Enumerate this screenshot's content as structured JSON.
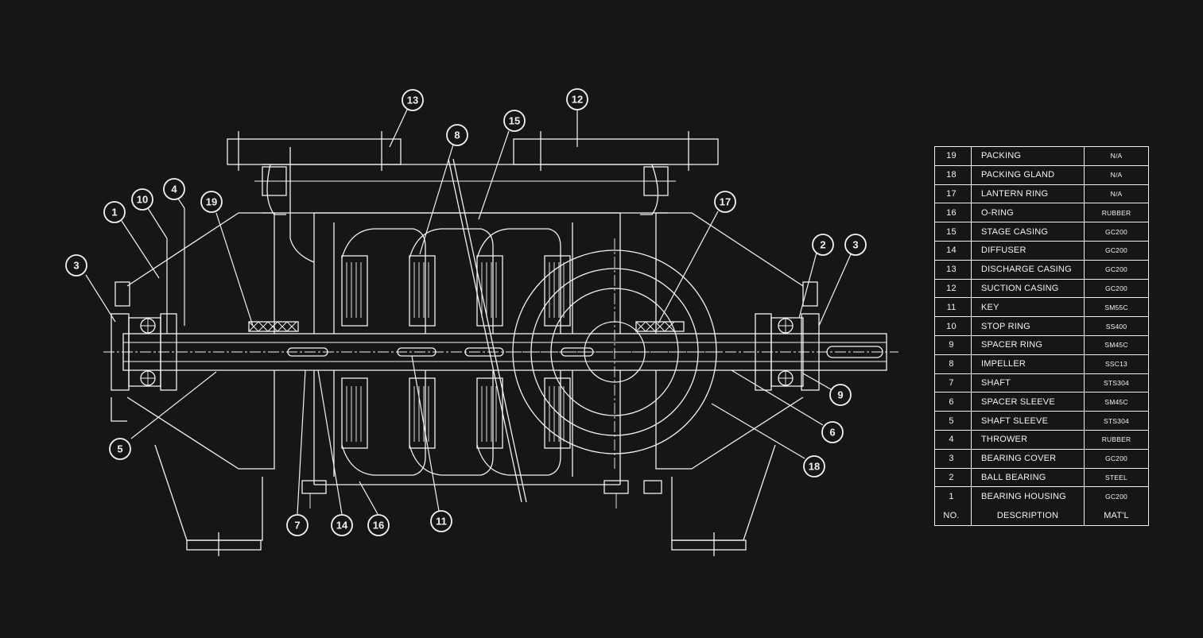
{
  "parts_list": {
    "rows": [
      {
        "no": "19",
        "description": "PACKING",
        "material": "N/A"
      },
      {
        "no": "18",
        "description": "PACKING GLAND",
        "material": "N/A"
      },
      {
        "no": "17",
        "description": "LANTERN RING",
        "material": "N/A"
      },
      {
        "no": "16",
        "description": "O-RING",
        "material": "RUBBER"
      },
      {
        "no": "15",
        "description": "STAGE CASING",
        "material": "GC200"
      },
      {
        "no": "14",
        "description": "DIFFUSER",
        "material": "GC200"
      },
      {
        "no": "13",
        "description": "DISCHARGE CASING",
        "material": "GC200"
      },
      {
        "no": "12",
        "description": "SUCTION CASING",
        "material": "GC200"
      },
      {
        "no": "11",
        "description": "KEY",
        "material": "SM55C"
      },
      {
        "no": "10",
        "description": "STOP RING",
        "material": "SS400"
      },
      {
        "no": "9",
        "description": "SPACER RING",
        "material": "SM45C"
      },
      {
        "no": "8",
        "description": "IMPELLER",
        "material": "SSC13"
      },
      {
        "no": "7",
        "description": "SHAFT",
        "material": "STS304"
      },
      {
        "no": "6",
        "description": "SPACER SLEEVE",
        "material": "SM45C"
      },
      {
        "no": "5",
        "description": "SHAFT SLEEVE",
        "material": "STS304"
      },
      {
        "no": "4",
        "description": "THROWER",
        "material": "RUBBER"
      },
      {
        "no": "3",
        "description": "BEARING COVER",
        "material": "GC200"
      },
      {
        "no": "2",
        "description": "BALL BEARING",
        "material": "STEEL"
      },
      {
        "no": "1",
        "description": "BEARING HOUSING",
        "material": "GC200"
      }
    ],
    "header": {
      "no": "NO.",
      "description": "DESCRIPTION",
      "material": "MAT'L"
    }
  },
  "balloons": {
    "b1": "1",
    "b2": "2",
    "b3_left": "3",
    "b3_right": "3",
    "b4": "4",
    "b5": "5",
    "b6": "6",
    "b7": "7",
    "b8": "8",
    "b9": "9",
    "b10": "10",
    "b11": "11",
    "b12": "12",
    "b13": "13",
    "b14": "14",
    "b15": "15",
    "b16": "16",
    "b17": "17",
    "b18": "18",
    "b19": "19"
  }
}
